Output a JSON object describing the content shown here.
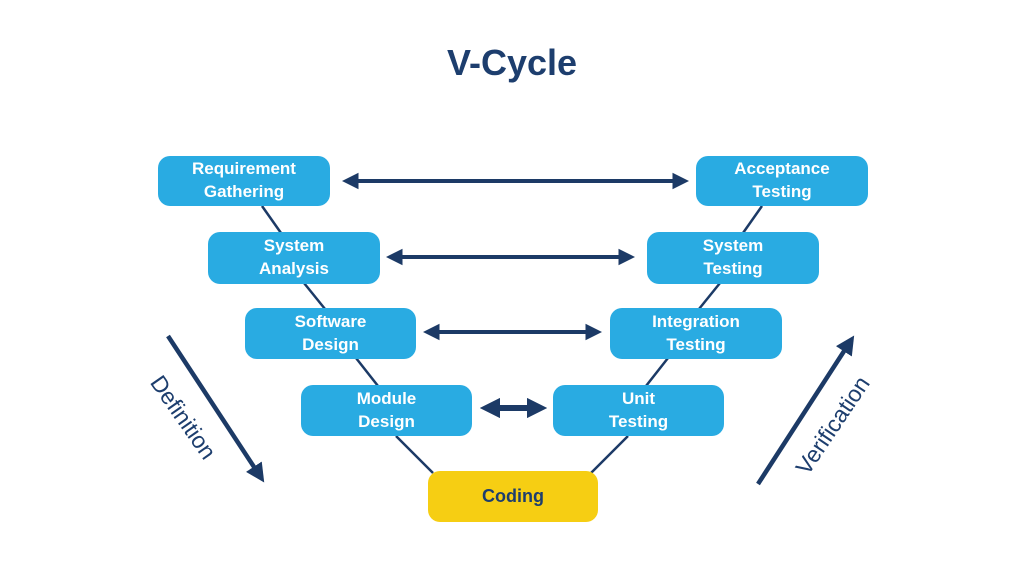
{
  "title": "V-Cycle",
  "colors": {
    "box_blue": "#29ABE2",
    "coding_yellow": "#F6CE13",
    "navy": "#1C3A66",
    "title_navy": "#1D3E6E",
    "bg": "#FFFFFF"
  },
  "left_column": [
    {
      "line1": "Requirement",
      "line2": "Gathering"
    },
    {
      "line1": "System",
      "line2": "Analysis"
    },
    {
      "line1": "Software",
      "line2": "Design"
    },
    {
      "line1": "Module",
      "line2": "Design"
    }
  ],
  "right_column": [
    {
      "line1": "Acceptance",
      "line2": "Testing"
    },
    {
      "line1": "System",
      "line2": "Testing"
    },
    {
      "line1": "Integration",
      "line2": "Testing"
    },
    {
      "line1": "Unit",
      "line2": "Testing"
    }
  ],
  "bottom_stage": {
    "label": "Coding"
  },
  "axes": {
    "left_label": "Definition",
    "right_label": "Verification"
  }
}
